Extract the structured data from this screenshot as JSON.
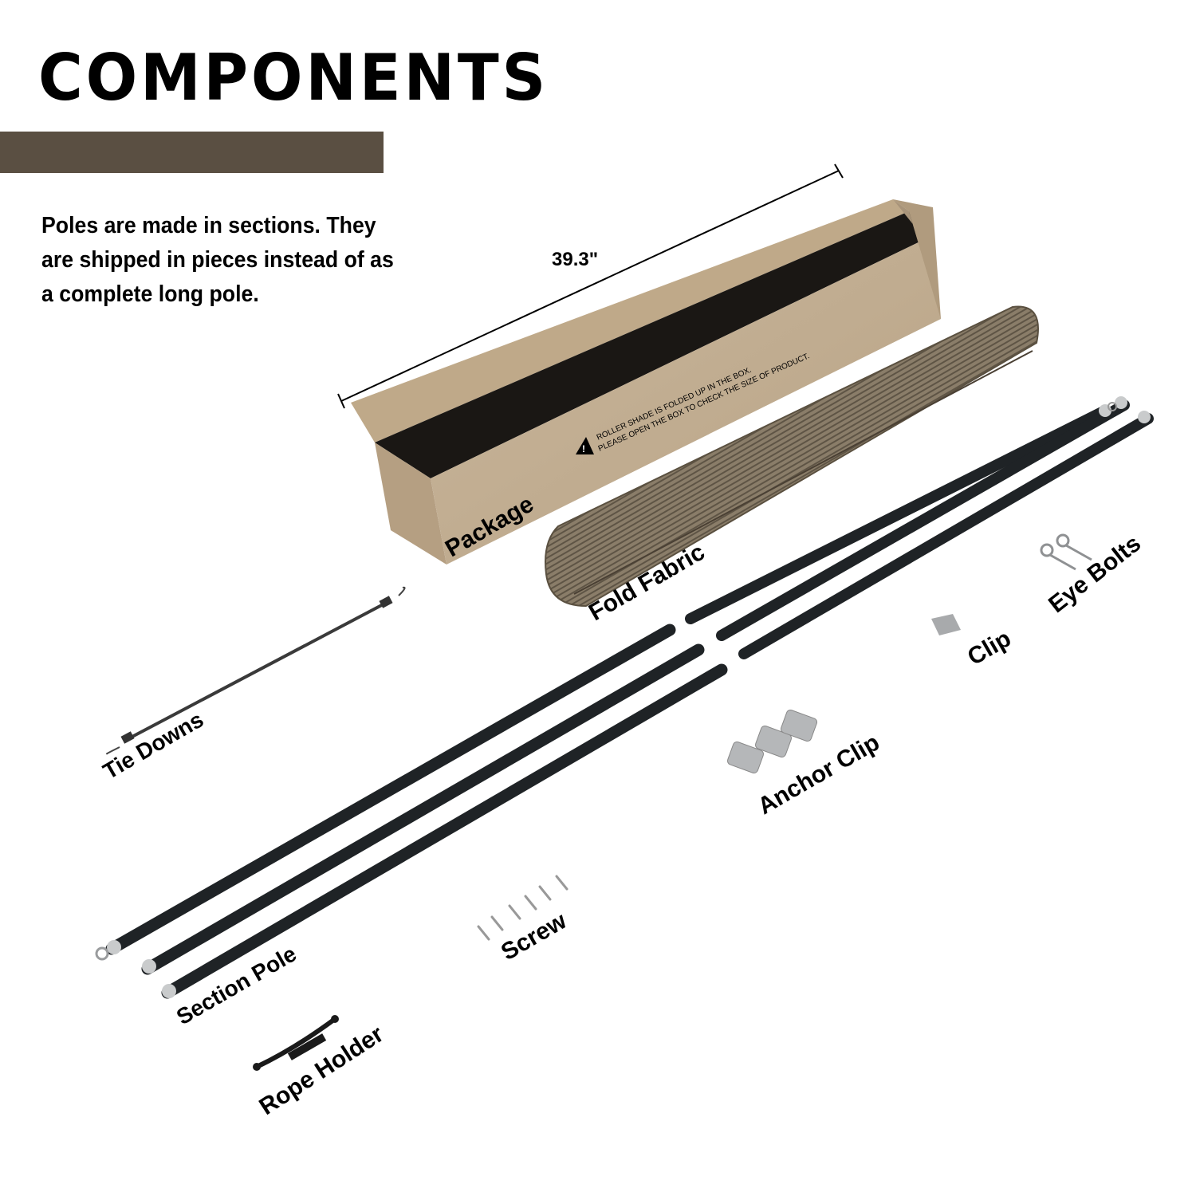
{
  "header": {
    "title": "COMPONENTS",
    "band_color": "#5a4f42",
    "description": "Poles are made in sections. They are shipped in pieces instead of as a complete long pole."
  },
  "package": {
    "dimension_label": "39.3\"",
    "box_text_line1": "ROLLER SHADE IS FOLDED UP IN THE BOX.",
    "box_text_line2": "PLEASE OPEN THE BOX TO CHECK THE SIZE OF PRODUCT.",
    "box_color": "#c2ad91"
  },
  "labels": {
    "package": "Package",
    "fold_fabric": "Fold Fabric",
    "eye_bolts": "Eye Bolts",
    "clip": "Clip",
    "tie_downs": "Tie Downs",
    "anchor_clip": "Anchor Clip",
    "screw": "Screw",
    "section_pole": "Section  Pole",
    "rope_holder": "Rope Holder"
  },
  "colors": {
    "fabric": "#7d7160",
    "pole": "#1f2326",
    "metal": "#a9abad"
  }
}
